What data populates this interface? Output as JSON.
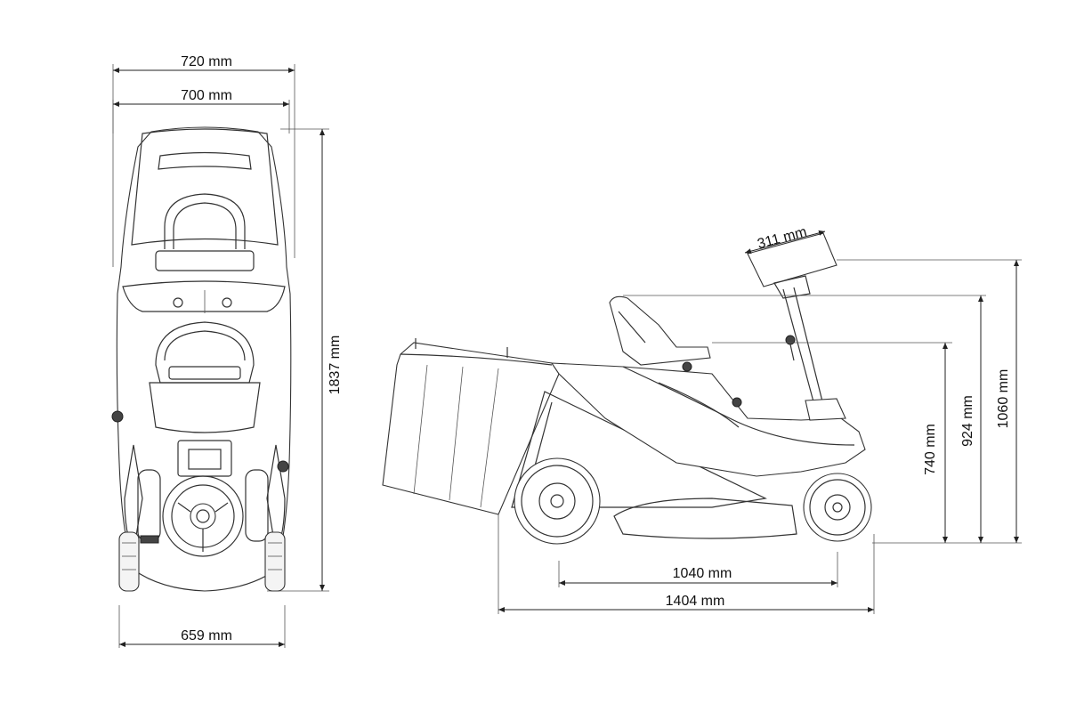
{
  "dimensions": {
    "top_width_overall": "720 mm",
    "top_width_body": "700 mm",
    "top_length": "1837 mm",
    "track_width": "659 mm",
    "steering_wheel": "311 mm",
    "wheelbase": "1040 mm",
    "overall_length": "1404 mm",
    "seat_height": "740 mm",
    "steering_height": "924 mm",
    "overall_height": "1060 mm"
  },
  "colors": {
    "line": "#333333",
    "text": "#111111",
    "background": "#ffffff"
  }
}
